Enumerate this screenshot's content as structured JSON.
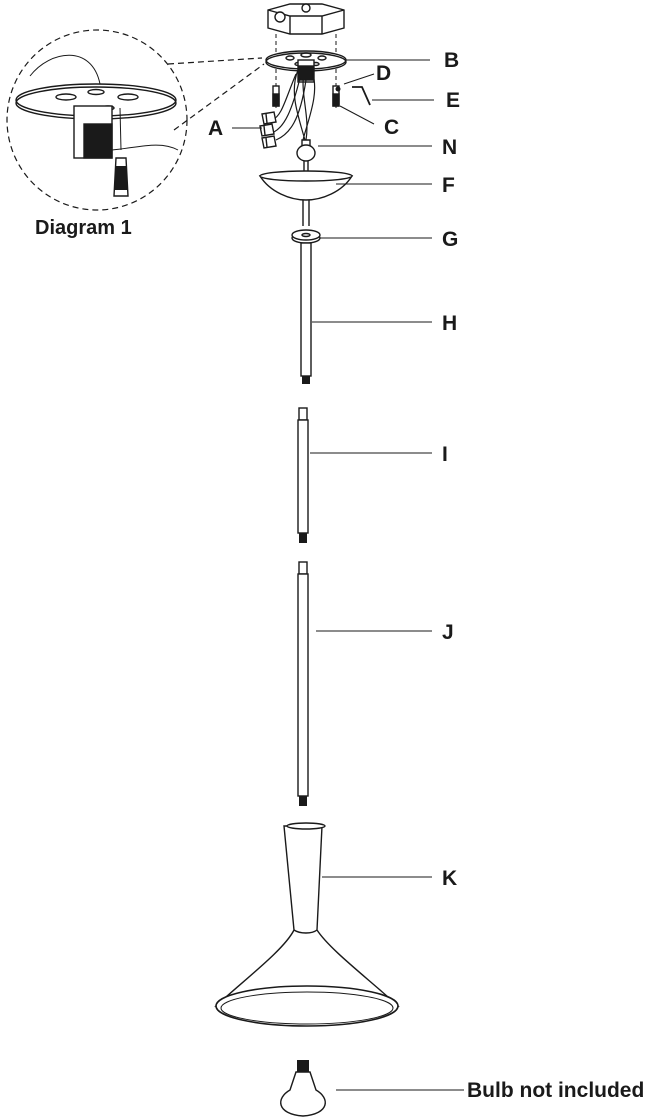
{
  "labels": {
    "A": "A",
    "B": "B",
    "C": "C",
    "D": "D",
    "E": "E",
    "F": "F",
    "G": "G",
    "H": "H",
    "I": "I",
    "J": "J",
    "K": "K",
    "N": "N"
  },
  "diagram_caption": "Diagram 1",
  "bulb_note": "Bulb not included",
  "colors": {
    "stroke": "#1a1a1a",
    "fill": "#ffffff",
    "shade": "#cfcfcf"
  }
}
